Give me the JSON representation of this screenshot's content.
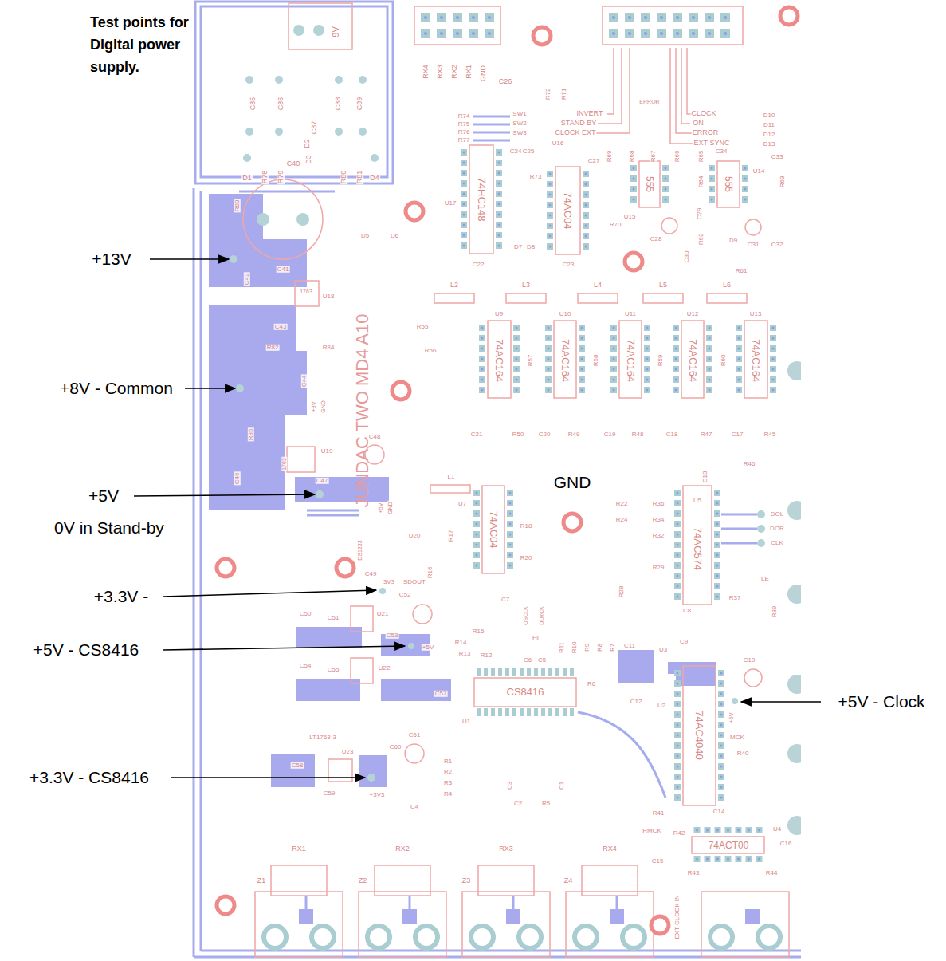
{
  "diagram": {
    "title": "Test points for Digital power supply.",
    "labels": [
      "+13V",
      "+8V - Common",
      "+5V",
      "0V in Stand-by",
      "+3.3V -",
      "+5V - CS8416",
      "+3.3V - CS8416",
      "+5V - Clock",
      "GND",
      "JUNDAC TWO MD4 A10",
      "9V",
      "C35",
      "C36",
      "C37",
      "C38",
      "C39",
      "D2",
      "D3",
      "D1",
      "R78",
      "R79",
      "R80",
      "R81",
      "D4",
      "C40",
      "RX4",
      "RX3",
      "RX2",
      "RX1",
      "GND",
      "C26",
      "SW1",
      "SW2",
      "SW3",
      "INVERT",
      "STAND BY",
      "CLOCK EXT",
      "CLOCK",
      "ON",
      "ERROR",
      "EXT SYNC",
      "D10",
      "D11",
      "D12",
      "D13",
      "ERROR",
      "R74",
      "R75",
      "R76",
      "R77",
      "R72",
      "R71",
      "R69",
      "R68",
      "R67",
      "R66",
      "R65",
      "C27",
      "C24",
      "C25",
      "C34",
      "C33",
      "U16",
      "74HC148",
      "74AC04",
      "555",
      "555",
      "U17",
      "U15",
      "U14",
      "R73",
      "R70",
      "R64",
      "R63",
      "C28",
      "C29",
      "R62",
      "D9",
      "C31",
      "C32",
      "C30",
      "R61",
      "C22",
      "C23",
      "D5",
      "D6",
      "D7",
      "D8",
      "L2",
      "L3",
      "L4",
      "L5",
      "L6",
      "U9",
      "U10",
      "U11",
      "U12",
      "U13",
      "R55",
      "R56",
      "74AC164",
      "74AC164",
      "74AC164",
      "74AC164",
      "74AC164",
      "R57",
      "R58",
      "R59",
      "R60",
      "C21",
      "R50",
      "C20",
      "R49",
      "C19",
      "R48",
      "C18",
      "R47",
      "C17",
      "R45",
      "R46",
      "R83",
      "C41",
      "C42",
      "1763",
      "U18",
      "C43",
      "R82",
      "R84",
      "C44",
      "+8V",
      "GND",
      "R85",
      "U19",
      "1763",
      "C48",
      "C46",
      "C47",
      "+5V",
      "GND",
      "L1",
      "U7",
      "74AC04",
      "R18",
      "R20",
      "R17",
      "R16",
      "DS1233",
      "U20",
      "C49",
      "3V3",
      "SDOUT",
      "C7",
      "OSCLK",
      "DLRCK",
      "R22",
      "R36",
      "R24",
      "R34",
      "R32",
      "R29",
      "R28",
      "U5",
      "C13",
      "74AC574",
      "DOL",
      "DOR",
      "CLK",
      "LE",
      "R37",
      "R39",
      "C8",
      "C50",
      "C51",
      "U21",
      "C52",
      "C53",
      "+5V",
      "R15",
      "R14",
      "R13",
      "R12",
      "HI",
      "R11",
      "R10",
      "R9",
      "R8",
      "R7",
      "C11",
      "U3",
      "C9",
      "C10",
      "C54",
      "C55",
      "U22",
      "C57",
      "C6",
      "C5",
      "CS8416",
      "U1",
      "R6",
      "C12",
      "U2",
      "74AC4040",
      "+5V",
      "MCK",
      "R40",
      "C14",
      "LT1763-3",
      "U23",
      "C60",
      "C61",
      "C58",
      "C59",
      "+3V3",
      "R1",
      "R2",
      "R3",
      "R4",
      "C3",
      "C4",
      "C2",
      "R5",
      "C1",
      "R41",
      "RMCK",
      "R42",
      "74ACT00",
      "U4",
      "C16",
      "C15",
      "R43",
      "R44",
      "RX1",
      "RX2",
      "RX3",
      "RX4",
      "Z1",
      "Z2",
      "Z3",
      "Z4",
      "EXT CLOCK IN"
    ]
  }
}
